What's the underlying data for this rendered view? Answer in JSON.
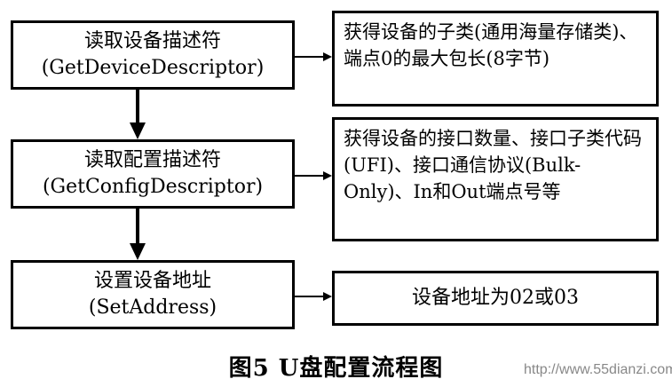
{
  "steps": [
    {
      "title": "读取设备描述符",
      "subtitle": "(GetDeviceDescriptor)"
    },
    {
      "title": "读取配置描述符",
      "subtitle": "(GetConfigDescriptor)"
    },
    {
      "title": "设置设备地址",
      "subtitle": "(SetAddress)"
    }
  ],
  "notes": [
    "获得设备的子类(通用海量存储类)、端点0的最大包长(8字节)",
    "获得设备的接口数量、接口子类代码(UFI)、接口通信协议(Bulk-Only)、In和Out端点号等",
    "设备地址为02或03"
  ],
  "caption": "图5  U盘配置流程图",
  "watermark": "http://www.55dianzi.com"
}
